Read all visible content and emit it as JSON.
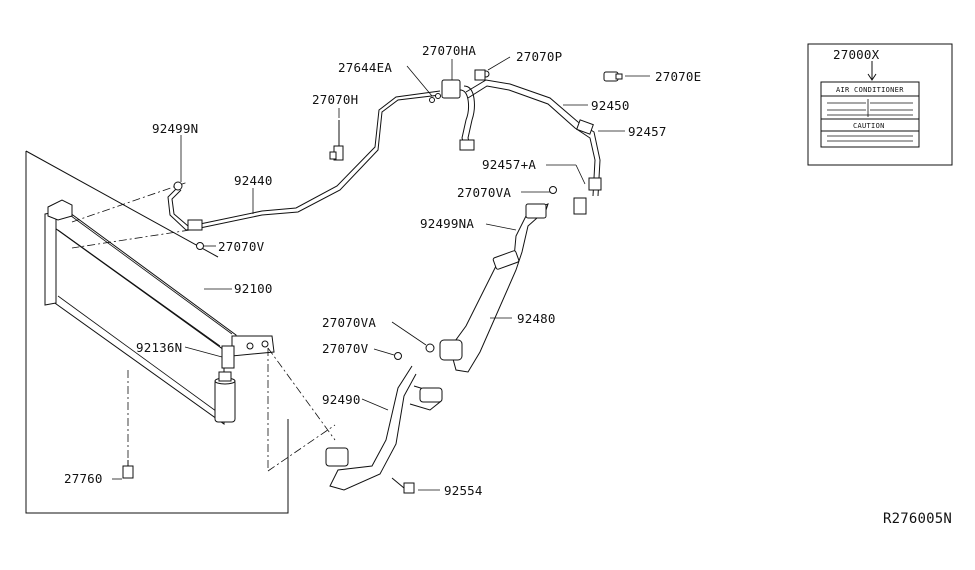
{
  "diagram_id": "R276005N",
  "parts": {
    "p27000X": "27000X",
    "p27070HA": "27070HA",
    "p27070P": "27070P",
    "p27644EA": "27644EA",
    "p27070E": "27070E",
    "p27070H": "27070H",
    "p92450": "92450",
    "p92457": "92457",
    "p92499N": "92499N",
    "p92440": "92440",
    "p92457A": "92457+A",
    "p27070VA_top": "27070VA",
    "p92499NA": "92499NA",
    "p27070V_top": "27070V",
    "p92100": "92100",
    "p92136N": "92136N",
    "p92480": "92480",
    "p27070VA_bottom": "27070VA",
    "p27070V_bottom": "27070V",
    "p92490": "92490",
    "p27760": "27760",
    "p92554": "92554"
  },
  "label_card": {
    "header": "AIR CONDITIONER",
    "caution": "CAUTION"
  }
}
